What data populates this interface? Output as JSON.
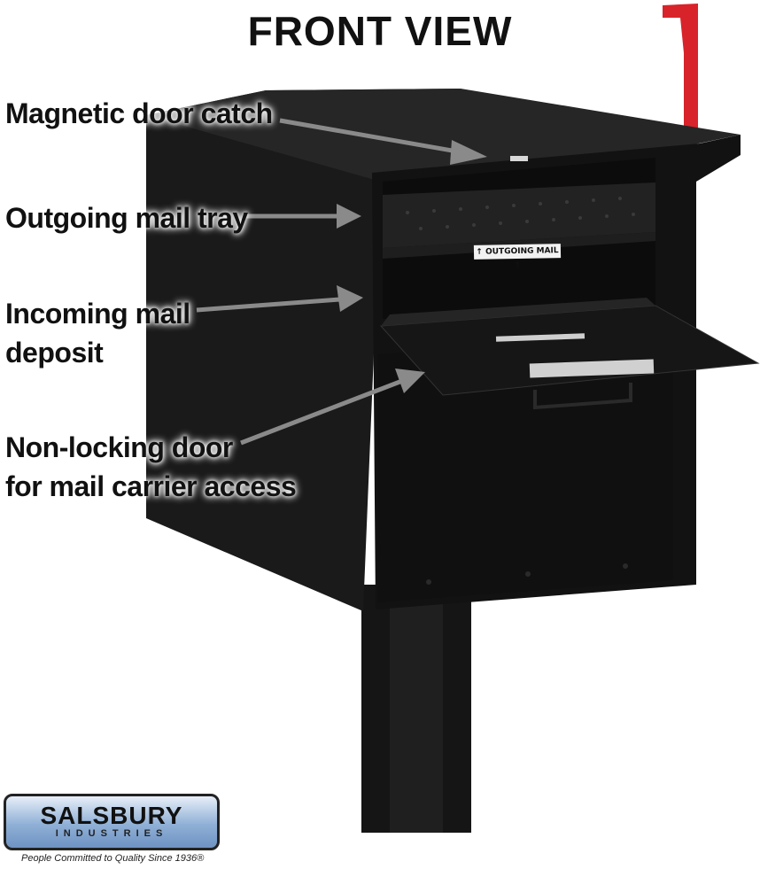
{
  "title": "FRONT VIEW",
  "callouts": {
    "door_catch": "Magnetic door catch",
    "outgoing_tray": "Outgoing mail tray",
    "incoming_line1": "Incoming mail",
    "incoming_line2": "deposit",
    "door_line1": "Non-locking door",
    "door_line2": "for mail carrier access"
  },
  "tray_label": "↑ OUTGOING MAIL ↑",
  "brand": {
    "name": "SALSBURY",
    "sub": "INDUSTRIES",
    "tagline": "People Committed to Quality Since 1936®"
  },
  "colors": {
    "mailbox": "#141414",
    "flag": "#d8232a",
    "arrow": "#8a8a8a"
  }
}
